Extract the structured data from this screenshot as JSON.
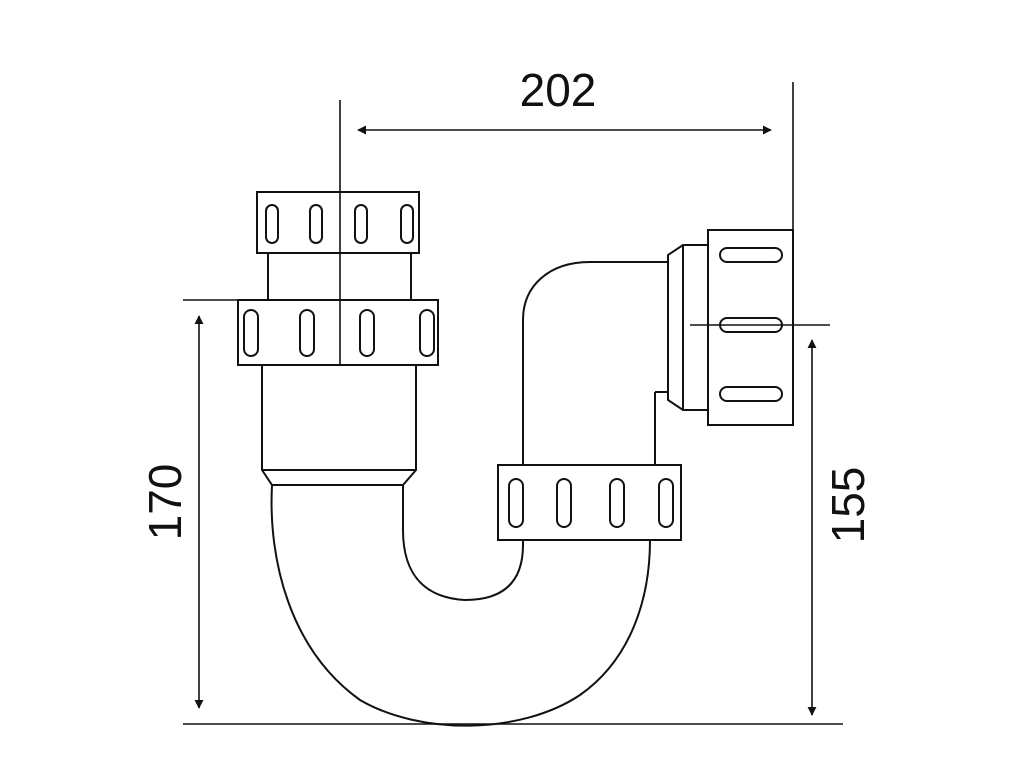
{
  "diagram": {
    "dimensions": {
      "width_label": "202",
      "left_height_label": "170",
      "right_height_label": "155"
    },
    "colors": {
      "line": "#111111",
      "background": "#ffffff"
    }
  }
}
